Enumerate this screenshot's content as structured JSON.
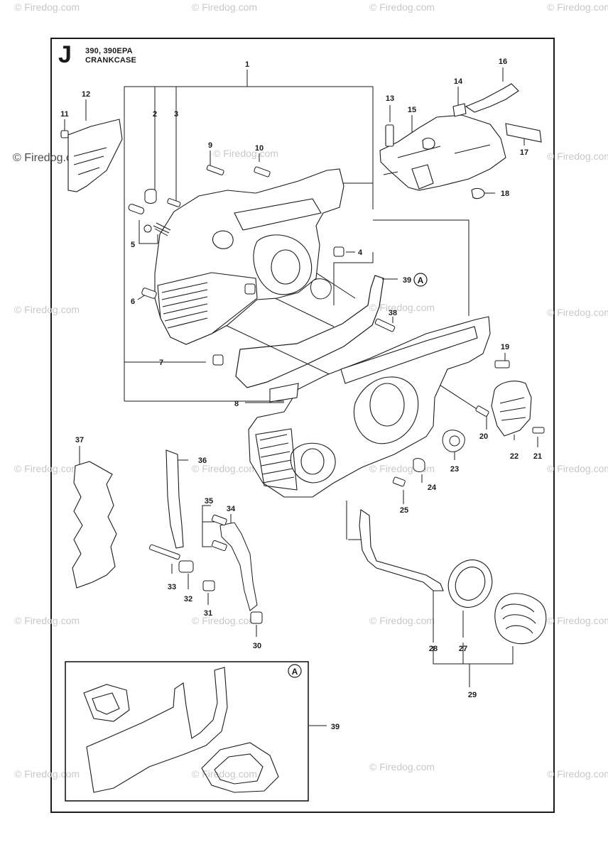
{
  "header": {
    "section_letter": "J",
    "model": "390, 390EPA",
    "title": "CRANKCASE"
  },
  "watermark": {
    "text": "© Firedog.com",
    "text_light": "© Firedog.com"
  },
  "callouts": [
    "1",
    "2",
    "3",
    "4",
    "5",
    "6",
    "7",
    "8",
    "9",
    "10",
    "11",
    "12",
    "13",
    "14",
    "15",
    "16",
    "17",
    "18",
    "19",
    "20",
    "21",
    "22",
    "23",
    "24",
    "25",
    "27",
    "28",
    "29",
    "30",
    "31",
    "32",
    "33",
    "34",
    "35",
    "36",
    "37",
    "38",
    "39"
  ],
  "ref_marker": "A",
  "inset_callout": "39",
  "colors": {
    "line": "#1a1a1a",
    "watermark": "#c8c8c8",
    "background": "#ffffff"
  }
}
